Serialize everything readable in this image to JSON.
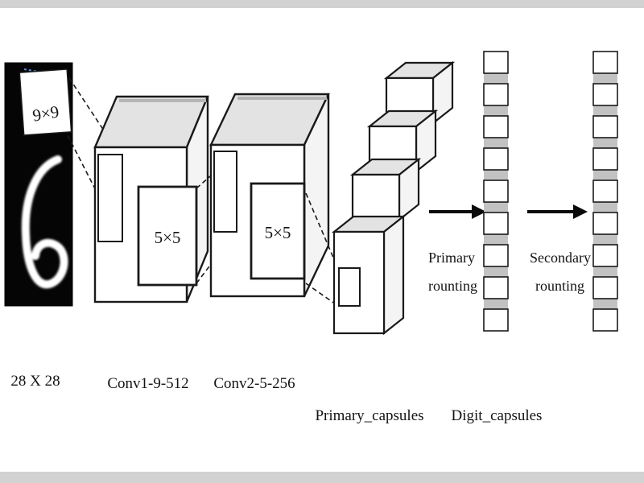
{
  "figure": {
    "title_implied": "Capsule network architecture diagram"
  },
  "kernels": {
    "input_kernel": "9×9",
    "conv1_kernel": "5×5",
    "conv2_kernel": "5×5"
  },
  "routing": {
    "primary_line1": "Primary",
    "primary_line2": "rounting",
    "secondary_line1": "Secondary",
    "secondary_line2": "rounting"
  },
  "labels": {
    "input_size": "28 X 28",
    "conv1": "Conv1-9-512",
    "conv2": "Conv2-5-256",
    "primary_capsules": "Primary_capsules",
    "digit_capsules": "Digit_capsules"
  },
  "colors": {
    "ink": "#141414",
    "box_top_face": "#e3e3e3",
    "box_right_face": "#f4f4f4",
    "stripe_gap_gray": "#c2c2c2",
    "frame_gray": "#d2d2d2",
    "input_black": "#050505",
    "hint_blue": "#5b8dd9"
  }
}
